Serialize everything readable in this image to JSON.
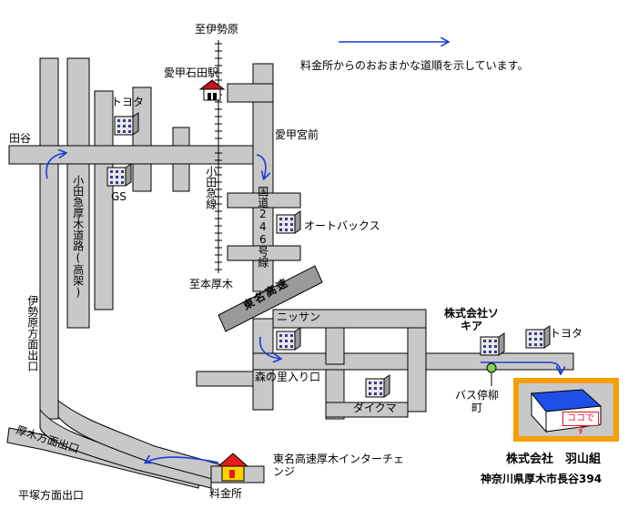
{
  "legend": {
    "arrow_color": "#1a3cd6",
    "text": "料金所からのおおまかな道順を示しています。"
  },
  "colors": {
    "road": "#c8c8c8",
    "road_edge": "#000000",
    "route_arrow": "#1a3cd6",
    "tomei_band": "#9a9a9a",
    "destination_frame": "#f5a000",
    "koko_text": "#e0141e"
  },
  "labels": {
    "to_isehara": "至伊勢原",
    "station": "愛甲石田駅",
    "toyota_nw": "トヨタ",
    "tagaya": "田谷",
    "aiko_miyamae": "愛甲宮前",
    "gs": "GS",
    "odakyu_line": "小田急線",
    "odakyu_atsugi_road": "小田急厚木道路(高架)",
    "route246": "国道246号線",
    "autobacs": "オートバックス",
    "to_honatsugi": "至本厚木",
    "tomei_highway": "東名高速",
    "isehara_exit": "伊勢原方面出口",
    "nissan": "ニッサン",
    "sokia": "株式会社ソキア",
    "toyota_e": "トヨタ",
    "morinosato_entrance": "森の里入り口",
    "daikuma": "ダイクマ",
    "bus_stop": "バス停柳町",
    "atsugi_exit": "厚木方面出口",
    "hiratsuka_exit": "平塚方面出口",
    "tollgate": "料金所",
    "tomei_atsugi_ic": "東名高速厚木インターチェンジ"
  },
  "destination": {
    "marker": "ココです",
    "company": "株式会社　羽山組",
    "address": "神奈川県厚木市長谷394"
  },
  "icons": {
    "building": "building-icon",
    "station": "station-icon",
    "tollgate": "tollgate-house-icon",
    "bus_stop": "bus-stop-sign-icon",
    "arrow": "route-arrow-icon"
  }
}
